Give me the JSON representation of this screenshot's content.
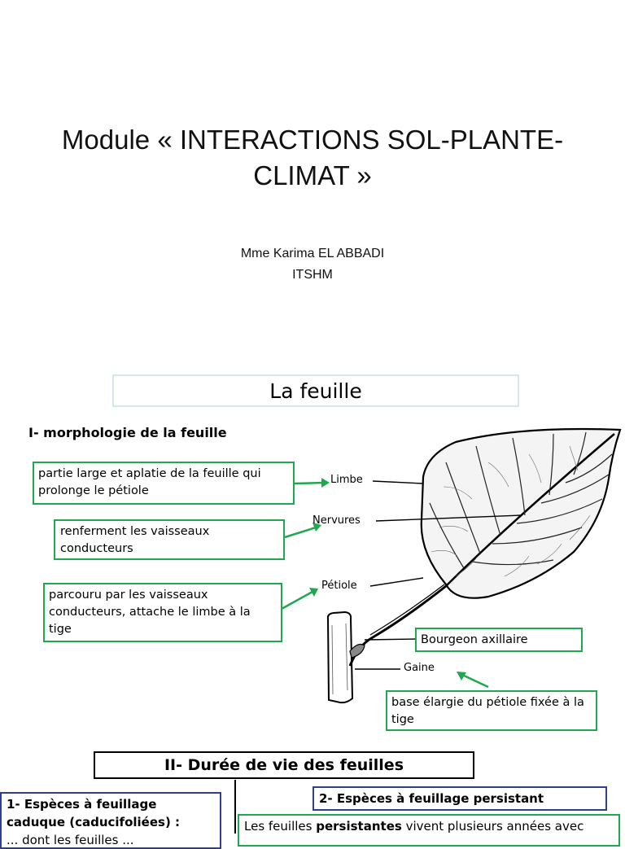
{
  "slide1": {
    "title_line1": "Module « INTERACTIONS SOL-PLANTE-",
    "title_line2": "CLIMAT »",
    "author": "Mme Karima EL ABBADI",
    "institution": "ITSHM"
  },
  "slide2": {
    "heading": "La feuille",
    "section1": "I- morphologie de la feuille",
    "boxes": {
      "limbe_desc": "partie large et aplatie de la feuille qui prolonge le pétiole",
      "nervures_desc": "renferment les vaisseaux conducteurs",
      "petiole_desc": "parcouru par les vaisseaux conducteurs, attache le limbe à la tige",
      "bourgeon": "Bourgeon axillaire",
      "gaine_desc": "base élargie du pétiole fixée à la tige"
    },
    "labels": {
      "limbe": "Limbe",
      "nervures": "Nervures",
      "petiole": "Pétiole",
      "gaine": "Gaine"
    },
    "section2": "II- Durée de vie des feuilles",
    "caduque_box": {
      "line1": "1- Espèces à feuillage",
      "line2": "caduque (caducifoliées) :",
      "line3": "... dont les feuilles ..."
    },
    "persistant_title": "2- Espèces à feuillage persistant",
    "persistant_text_pre": "Les feuilles ",
    "persistant_text_bold": "persistantes",
    "persistant_text_post": " vivent plusieurs années avec"
  },
  "colors": {
    "green_border": "#1fa84e",
    "blue_border": "#2f3f8f",
    "arrow": "#1fa84e"
  }
}
